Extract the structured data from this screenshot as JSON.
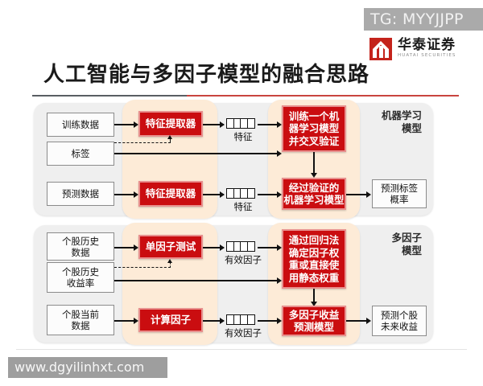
{
  "header": {
    "tg_tag": "TG: MYYJJPP",
    "brand_cn": "华泰证券",
    "brand_en": "HUATAI SECURITIES",
    "title": "人工智能与多因子模型的融合思路"
  },
  "footer": {
    "watermark": "www.dgyilinhxt.com"
  },
  "colors": {
    "accent_red": "#ca0d10",
    "red_border": "#e8908e",
    "column_cream": "#fdebd7",
    "panel_gray": "#efefef",
    "divider_gray": "#595e62",
    "divider_red": "#c9453f",
    "tag_gray": "#aaaaaa",
    "watermark_gray": "#9e9e9e"
  },
  "diagram": {
    "panels": [
      {
        "id": "machine-learning",
        "label": "机器学习\n模型",
        "inputs": [
          {
            "id": "training-data",
            "text": "训练数据"
          },
          {
            "id": "labels",
            "text": "标签"
          },
          {
            "id": "prediction-data",
            "text": "预测数据"
          }
        ],
        "processes": [
          {
            "id": "feature-extractor-train",
            "text": "特征提取器"
          },
          {
            "id": "feature-extractor-predict",
            "text": "特征提取器"
          },
          {
            "id": "train-model-cv",
            "text": "训练一个机\n器学习模型\n并交叉验证"
          },
          {
            "id": "validated-model",
            "text": "经过验证的\n机器学习模型"
          }
        ],
        "vectors": [
          {
            "id": "feature-vector-train",
            "label": "特征",
            "cells": 4
          },
          {
            "id": "feature-vector-predict",
            "label": "特征",
            "cells": 4
          }
        ],
        "outputs": [
          {
            "id": "predicted-label-probability",
            "text": "预测标签\n概率"
          }
        ]
      },
      {
        "id": "multi-factor",
        "label": "多因子\n模型",
        "inputs": [
          {
            "id": "stock-history-data",
            "text": "个股历史\n数据"
          },
          {
            "id": "stock-history-return",
            "text": "个股历史\n收益率"
          },
          {
            "id": "stock-current-data",
            "text": "个股当前\n数据"
          }
        ],
        "processes": [
          {
            "id": "single-factor-test",
            "text": "单因子测试"
          },
          {
            "id": "compute-factor",
            "text": "计算因子"
          },
          {
            "id": "regression-weights",
            "text": "通过回归法\n确定因子权\n重或直接使\n用静态权重"
          },
          {
            "id": "multi-factor-return-model",
            "text": "多因子收益\n预测模型"
          }
        ],
        "vectors": [
          {
            "id": "valid-factor-vector-history",
            "label": "有效因子",
            "cells": 4
          },
          {
            "id": "valid-factor-vector-current",
            "label": "有效因子",
            "cells": 4
          }
        ],
        "outputs": [
          {
            "id": "predicted-stock-future-return",
            "text": "预测个股\n未来收益"
          }
        ]
      }
    ]
  }
}
